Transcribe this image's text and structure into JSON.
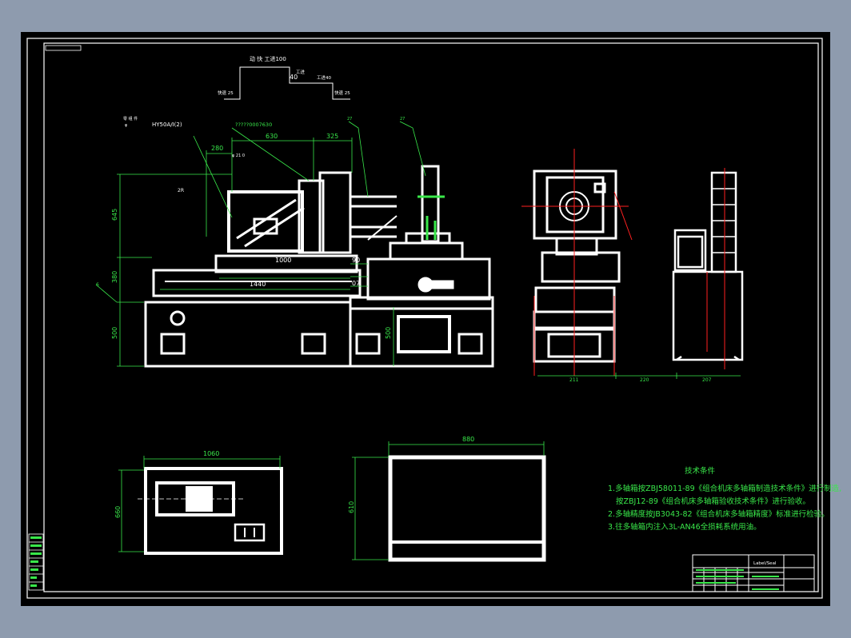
{
  "colors": {
    "background": "#8e9bae",
    "sheet": "#000000",
    "lines": "#ffffff",
    "dimensions": "#39e84a",
    "centerlines": "#ff2020",
    "text": "#39e84a"
  },
  "top_note": {
    "line1": "动 快 工进100",
    "left": "快退 25",
    "mid": "40",
    "mid_label": "工进",
    "right_label": "工进40",
    "right": "快退 25"
  },
  "part_labels": {
    "motor": "HY50A/I(2)",
    "spindle_box": "?????0007630",
    "side_label": "2R"
  },
  "dims": {
    "d630": "630",
    "d325": "325",
    "d280": "280",
    "d645": "645",
    "d380": "380",
    "d500a": "500",
    "d1000": "1000",
    "d1440": "1440",
    "d90": "90",
    "d07": "07",
    "d500b": "500",
    "d211": "211",
    "d220": "220",
    "d207": "207",
    "d1060": "1060",
    "d660": "660",
    "d880": "880",
    "d610": "610"
  },
  "notes": {
    "title": "技术条件",
    "n1": "1.多轴箱按ZBJ58011-89《组合机床多轴箱制造技术条件》进行制造,",
    "n1b": "按ZBJ12-89《组合机床多轴箱验收技术条件》进行验收。",
    "n2": "2.多轴精度按JB3043-82《组合机床多轴箱精度》标准进行检验。",
    "n3": "3.往多轴箱内注入3L-AN46全损耗系统用油。"
  },
  "title_block": {
    "name": "Label/Seal"
  }
}
